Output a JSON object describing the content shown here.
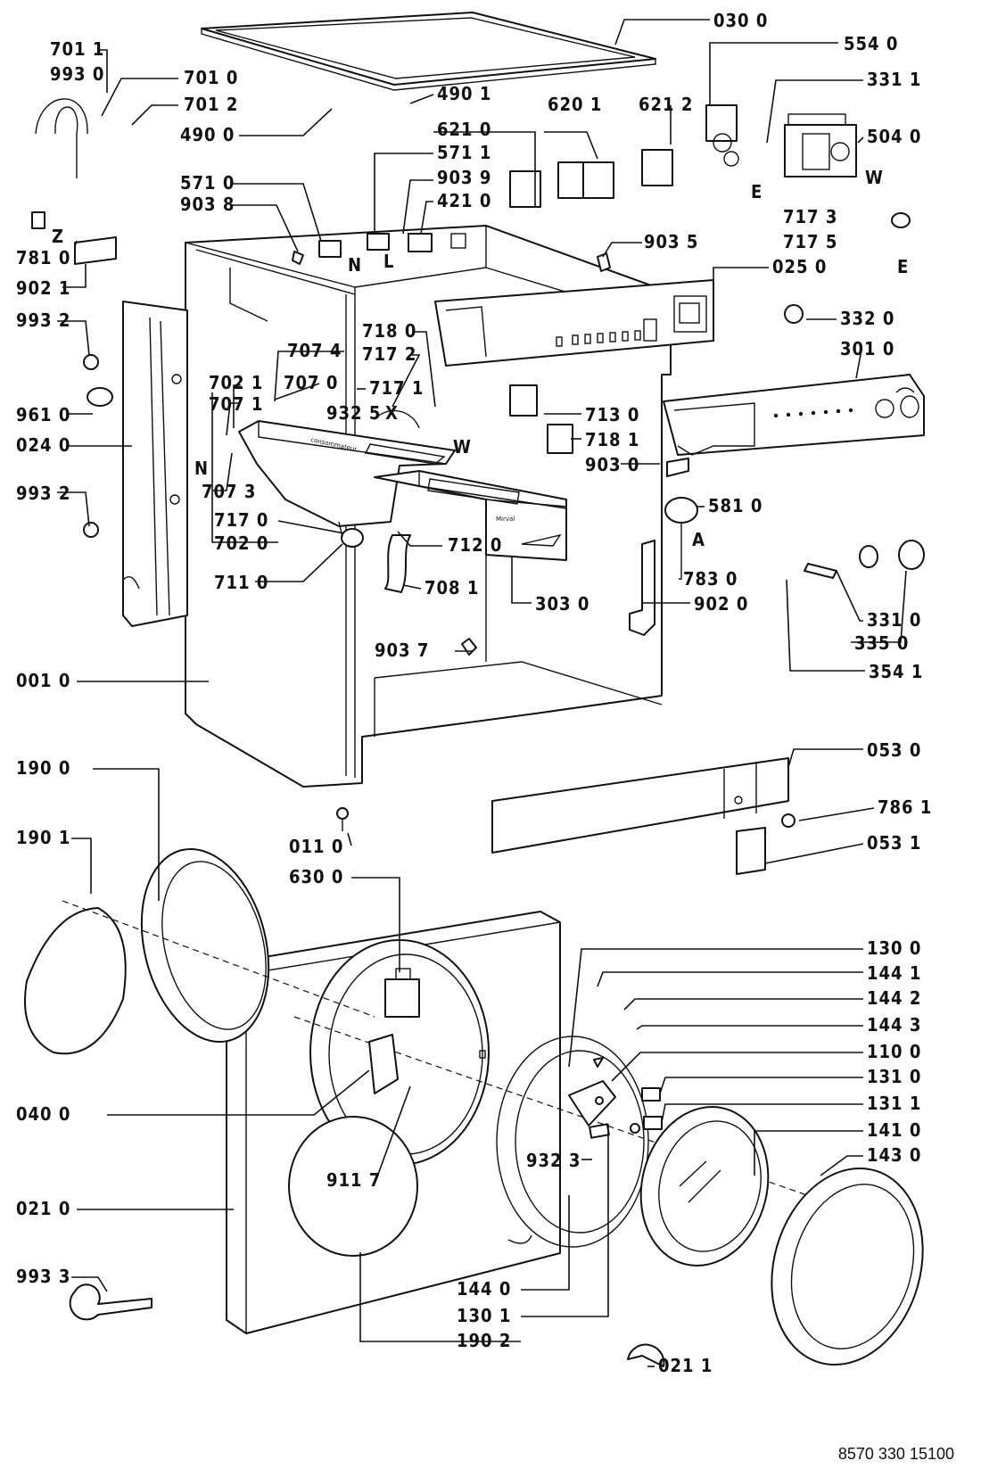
{
  "document_number": "8570 330 15100",
  "labels": {
    "p0300": "030 0",
    "p5540": "554 0",
    "p3311": "331 1",
    "p5040": "504 0",
    "p7011": "701 1",
    "p9930": "993 0",
    "p7010": "701 0",
    "p7012": "701 2",
    "p4901": "490 1",
    "p4900": "490 0",
    "p6201": "620 1",
    "p6212": "621 2",
    "p6210": "621 0",
    "p5711": "571 1",
    "p9039": "903 9",
    "p5710": "571 0",
    "p9038": "903 8",
    "p4210": "421 0",
    "p9035": "903 5",
    "p7173": "717 3",
    "p7175": "717 5",
    "p7810": "781 0",
    "p9021": "902 1",
    "p0250": "025 0",
    "p9932a": "993 2",
    "p3320": "332 0",
    "p3010": "301 0",
    "p7180": "718 0",
    "p7172": "717 2",
    "p7074": "707 4",
    "p7021": "702 1",
    "p7070": "707 0",
    "p7171": "717 1",
    "p7071": "707 1",
    "p9325": "932 5",
    "p9610": "961 0",
    "p7130": "713 0",
    "p0240": "024 0",
    "p7181": "718 1",
    "p9030": "903 0",
    "p9932b": "993 2",
    "p7073": "707 3",
    "p5810": "581 0",
    "p7170": "717 0",
    "p7020": "702 0",
    "p7120": "712 0",
    "p7830": "783 0",
    "p7110": "711 0",
    "p7081": "708 1",
    "p3030": "303 0",
    "p9020": "902 0",
    "p3310": "331 0",
    "p3350": "335 0",
    "p9037": "903 7",
    "p3541": "354 1",
    "p0010": "001 0",
    "p1900": "190 0",
    "p0530": "053 0",
    "p7861": "786 1",
    "p1901": "190 1",
    "p0110": "011 0",
    "p0531": "053 1",
    "p6300": "630 0",
    "p1300": "130 0",
    "p1441": "144 1",
    "p1442": "144 2",
    "p1443": "144 3",
    "p1100": "110 0",
    "p1310": "131 0",
    "p1311": "131 1",
    "p0400": "040 0",
    "p1410": "141 0",
    "p1430": "143 0",
    "p9323": "932 3",
    "p9117": "911 7",
    "p0210": "021 0",
    "p9933": "993 3",
    "p1440": "144 0",
    "p1301": "130 1",
    "p1902": "190 2",
    "p0211": "021 1"
  },
  "markers": {
    "E": "E",
    "W": "W",
    "Z": "Z",
    "N": "N",
    "L": "L",
    "X": "X",
    "A": "A"
  },
  "panel_text": {
    "brand": "Mirval",
    "script": "consommateur"
  }
}
